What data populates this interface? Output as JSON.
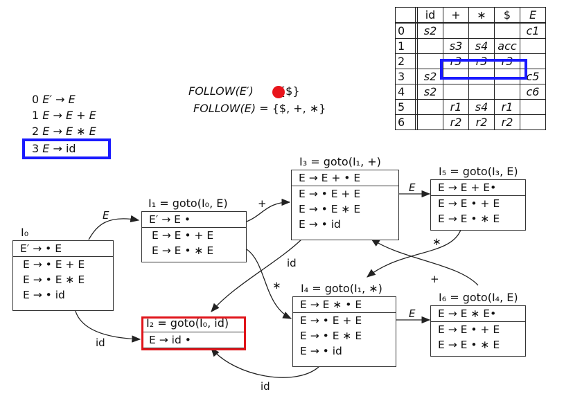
{
  "grammar": [
    {
      "num": "0",
      "lhs": "E′",
      "rhs": "E"
    },
    {
      "num": "1",
      "lhs": "E",
      "rhs": "E + E"
    },
    {
      "num": "2",
      "lhs": "E",
      "rhs": "E ∗ E"
    },
    {
      "num": "3",
      "lhs": "E",
      "rhs": "id"
    }
  ],
  "follow": {
    "line1_label": "FOLLOW(E′)",
    "line1_set": "{$}",
    "line2_label": "FOLLOW(E)",
    "line2_rest": "= {$, +, ∗}"
  },
  "parse_table": {
    "headers": [
      "id",
      "+",
      "∗",
      "$",
      "E"
    ],
    "rows": [
      {
        "state": "0",
        "cells": [
          "s2",
          "",
          "",
          "",
          "c1"
        ]
      },
      {
        "state": "1",
        "cells": [
          "",
          "s3",
          "s4",
          "acc",
          ""
        ]
      },
      {
        "state": "2",
        "cells": [
          "",
          "r3",
          "r3",
          "r3",
          ""
        ]
      },
      {
        "state": "3",
        "cells": [
          "s2",
          "",
          "",
          "",
          "c5"
        ]
      },
      {
        "state": "4",
        "cells": [
          "s2",
          "",
          "",
          "",
          "c6"
        ]
      },
      {
        "state": "5",
        "cells": [
          "",
          "r1",
          "s4",
          "r1",
          ""
        ]
      },
      {
        "state": "6",
        "cells": [
          "",
          "r2",
          "r2",
          "r2",
          ""
        ]
      }
    ]
  },
  "states": {
    "I0": {
      "label": "I₀",
      "core": [
        "E′ → • E"
      ],
      "closure": [
        "E → • E + E",
        "E → • E ∗ E",
        "E → • id"
      ]
    },
    "I1": {
      "label": "I₁ = goto(I₀, E)",
      "core": [
        "E′ → E •"
      ],
      "closure": [
        "E → E • + E",
        "E → E • ∗ E"
      ]
    },
    "I2": {
      "label": "I₂ = goto(I₀, id)",
      "core": [
        "E → id •"
      ],
      "closure": []
    },
    "I3": {
      "label": "I₃ = goto(I₁, +)",
      "core": [
        "E → E + • E"
      ],
      "closure": [
        "E → • E + E",
        "E → • E ∗ E",
        "E → • id"
      ]
    },
    "I4": {
      "label": "I₄ = goto(I₁, ∗)",
      "core": [
        "E → E ∗ • E"
      ],
      "closure": [
        "E → • E + E",
        "E → • E ∗ E",
        "E → • id"
      ]
    },
    "I5": {
      "label": "I₅ = goto(I₃, E)",
      "core": [
        "E → E + E•"
      ],
      "closure": [
        "E → E • + E",
        "E → E • ∗ E"
      ]
    },
    "I6": {
      "label": "I₆ = goto(I₄, E)",
      "core": [
        "E → E ∗ E•"
      ],
      "closure": [
        "E → E • + E",
        "E → E • ∗ E"
      ]
    }
  },
  "edges": {
    "i0_i1": "E",
    "i0_i2": "id",
    "i1_i3": "+",
    "i1_i4": "∗",
    "i3_i5": "E",
    "i3_i2": "id",
    "i4_i6": "E",
    "i4_i2": "id",
    "i5_i4": "∗",
    "i6_i3": "+"
  },
  "colors": {
    "highlight_blue": "#1a1aff",
    "highlight_red": "#e0141a",
    "dot_red": "#e8141b"
  }
}
